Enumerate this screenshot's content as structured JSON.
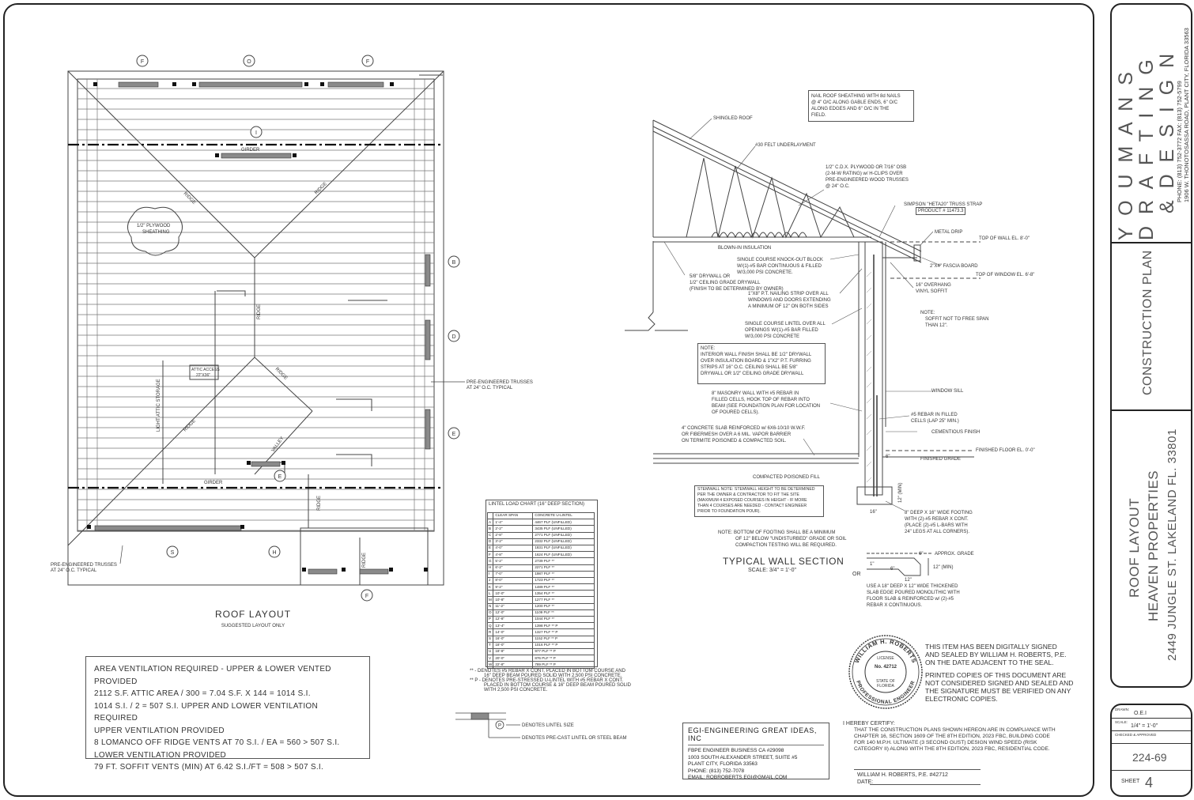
{
  "roof_layout": {
    "title": "ROOF LAYOUT",
    "subtitle": "SUGGESTED LAYOUT ONLY",
    "grid_bubbles": [
      "F",
      "O",
      "F",
      "I",
      "B",
      "D",
      "E",
      "E",
      "S",
      "H",
      "F"
    ],
    "labels": {
      "girder_top": "GIRDER",
      "girder_bottom": "GIRDER",
      "ridge": "RIDGE",
      "valley": "VALLEY",
      "plywood": "1/2\" PLYWOOD",
      "sheathing": "SHEATHING",
      "attic_access": "ATTIC ACCESS",
      "attic_size": "22\"X36\"",
      "light_attic": "LIGHT ATTIC STORAGE",
      "trusses_right_1": "PRE-ENGINEERED TRUSSES",
      "trusses_right_2": "AT 24\" O.C. TYPICAL",
      "trusses_left_1": "PRE-ENGINEERED TRUSSES",
      "trusses_left_2": "AT 24\" O.C. TYPICAL"
    }
  },
  "ventilation": {
    "lines": [
      "AREA VENTILATION REQUIRED - UPPER & LOWER VENTED PROVIDED",
      "2112 S.F. ATTIC AREA / 300 = 7.04 S.F. X 144 = 1014 S.I.",
      "1014 S.I. / 2 = 507   S.I. UPPER AND LOWER VENTILATION REQUIRED",
      "UPPER VENTILATION PROVIDED",
      "8 LOMANCO OFF RIDGE VENTS AT   70 S.I. / EA = 560 > 507 S.I.",
      "LOWER VENTILATION PROVIDED",
      "79 FT. SOFFIT VENTS (MIN) AT 6.42 S.I./FT = 508 > 507 S.I."
    ]
  },
  "lintel_chart": {
    "title": "LINTEL LOAD CHART (16\" DEEP SECTION)",
    "headers": [
      "CLEAR SPAN",
      "CONCRETE U-LINTEL"
    ],
    "rows": [
      [
        "A",
        "1'-4\"",
        "4467 PLF (UNFILLED)"
      ],
      [
        "B",
        "2'-2\"",
        "3435 PLF (UNFILLED)"
      ],
      [
        "C",
        "2'-8\"",
        "2771 PLF (UNFILLED)"
      ],
      [
        "D",
        "3'-2\"",
        "2332 PLF (UNFILLED)"
      ],
      [
        "E",
        "4'-0\"",
        "1831 PLF (UNFILLED)"
      ],
      [
        "F",
        "4'-8\"",
        "1624 PLF (UNFILLED)"
      ],
      [
        "G",
        "5'-2\"",
        "2739 PLF **"
      ],
      [
        "H",
        "6'-2\"",
        "2271 PLF **"
      ],
      [
        "I",
        "7'-0\"",
        "1987 PLF **"
      ],
      [
        "J",
        "8'-0\"",
        "1723 PLF **"
      ],
      [
        "K",
        "9'-2\"",
        "1489 PLF **"
      ],
      [
        "L",
        "10'-0\"",
        "1354 PLF **"
      ],
      [
        "M",
        "10'-8\"",
        "1277 PLF **"
      ],
      [
        "N",
        "11'-2\"",
        "1200 PLF **"
      ],
      [
        "O",
        "12'-0\"",
        "1109 PLF **"
      ],
      [
        "P",
        "12'-8\"",
        "1044 PLF **"
      ],
      [
        "Q",
        "13'-4\"",
        "1398 PLF ** P"
      ],
      [
        "R",
        "14'-0\"",
        "1327 PLF ** P"
      ],
      [
        "S",
        "16'-0\"",
        "1152 PLF ** P"
      ],
      [
        "T",
        "18'-0\"",
        "1016 PLF ** P"
      ],
      [
        "U",
        "18'-8\"",
        "977 PLF ** P"
      ],
      [
        "V",
        "20'-0\"",
        "876 PLF ** P"
      ],
      [
        "W",
        "22'-8\"",
        "789 PLF ** P"
      ]
    ],
    "notes": [
      "** - DENOTES #5 REBAR X CONT. PLACED IN BOTTOM COURSE AND",
      "16\" DEEP BEAM POURED SOLID WITH 2,500 PSI CONCRETE.",
      "** P - DENOTES PRE-STRESSED U-LINTEL WITH #5 REBAR X CONT.",
      "PLACED IN BOTTOM COURSE & 16\" DEEP BEAM POURED SOLID",
      "WITH 2,500 PSI CONCRETE."
    ],
    "legend_1": "DENOTES LINTEL SIZE",
    "legend_2": "DENOTES PRE-CAST LINTEL OR STEEL BEAM",
    "legend_bubble": "P"
  },
  "wall_section": {
    "title": "TYPICAL WALL SECTION",
    "scale": "SCALE: 3/4\" = 1'-0\"",
    "notes": {
      "nail": [
        "NAIL ROOF SHEATHING WITH 8d NAILS",
        "@ 4\" O/C ALONG GABLE ENDS, 6\" O/C",
        "ALONG EDGES AND 6\" O/C IN THE",
        "FIELD."
      ],
      "shingled": "SHINGLED ROOF",
      "felt": "#30 FELT UNDERLAYMENT",
      "plywood": [
        "1/2\" C.D.X. PLYWOOD OR 7/16\" OSB",
        "(2-M-W RATING) w/ H-CLIPS OVER",
        "PRE-ENGINEERED WOOD TRUSSES",
        "@ 24\" O.C."
      ],
      "simpson": "SIMPSON \"HETA20\" TRUSS STRAP",
      "product": "PRODUCT # 11473.3",
      "metal_drip": "METAL DRIP",
      "top_wall": "TOP OF WALL EL. 8'-0\"",
      "fascia": "2\"X4\" FASCIA BOARD",
      "top_window": "TOP OF WINDOW EL. 6'-8\"",
      "overhang": [
        "16\" OVERHANG",
        "VINYL SOFFIT"
      ],
      "soffit_note": [
        "NOTE:",
        "SOFFIT NOT TO FREE SPAN",
        "THAN 12\"."
      ],
      "blown": "BLOWN-IN INSULATION",
      "knockout": [
        "SINGLE COURSE KNOCK-OUT BLOCK",
        "W/(1)-#5 BAR CONTINUOUS & FILLED",
        "W/3,000 PSI CONCRETE."
      ],
      "drywall": [
        "5/8\" DRYWALL OR",
        "1/2\" CEILING GRADE DRYWALL",
        "(FINISH TO BE DETERMINED BY OWNER)"
      ],
      "nailing": [
        "1\"X8\" P.T. NAILING STRIP OVER ALL",
        "WINDOWS AND DOORS EXTENDING",
        "A MINIMUM OF 12\" ON BOTH SIDES"
      ],
      "lintel": [
        "SINGLE COURSE LINTEL OVER ALL",
        "OPENINGS W/(1)-#5 BAR FILLED",
        "W/3,000 PSI CONCRETE"
      ],
      "interior": [
        "NOTE:",
        "INTERIOR WALL FINISH SHALL BE 1/2\" DRYWALL",
        "OVER INSULATION BOARD & 1\"X2\" P.T. FURRING",
        "STRIPS AT 16\" O.C. CEILING SHALL BE 5/8\"",
        "DRYWALL OR 1/2\" CEILING GRADE DRYWALL"
      ],
      "window_sill": "WINDOW SILL",
      "masonry": [
        "8\" MASONRY WALL WITH #5 REBAR IN",
        "FILLED CELLS, HOOK TOP OF REBAR INTO",
        "BEAM (SEE FOUNDATION PLAN FOR LOCATION",
        "OF POURED CELLS)."
      ],
      "rebar_cells": [
        "#5 REBAR IN FILLED",
        "CELLS (LAP 25\" MIN.)"
      ],
      "slab": [
        "4\" CONCRETE SLAB REINFORCED w/ 6X6-10/10 W.W.F.",
        "OR FIBERMESH OVER A 6 MIL. VAPOR BARRIER",
        "ON TERMITE POISONED & COMPACTED SOIL."
      ],
      "cementious": "CEMENTIOUS FINISH",
      "finished_floor": "FINISHED FLOOR EL. 0'-0\"",
      "finished_grade": "FINISHED GRADE",
      "fill": "COMPACTED POISONED FILL",
      "stemwall": [
        "STEMWALL NOTE: STEMWALL HEIGHT TO BE DETERMINED",
        "PER THE OWNER & CONTRACTOR TO FIT THE SITE",
        "(MAXIMUM 4 EXPOSED COURSES IN HEIGHT - IF MORE",
        "THAN 4 COURSES ARE NEEDED - CONTACT ENGINEER",
        "PRIOR TO FOUNDATION POUR)."
      ],
      "footing_note": [
        "NOTE: BOTTOM OF FOOTING SHALL BE A MINIMUM",
        "OF 12\" BELOW \"UNDISTURBED\" GRADE OR SOIL",
        "COMPACTION TESTING WILL BE REQUIRED."
      ],
      "footing": [
        "8\" DEEP X 16\" WIDE FOOTING",
        "WITH (2)-#5 REBAR X CONT.",
        "(PLACE (2)-#5 L-BARS WITH",
        "24\" LEGS AT ALL CORNERS)."
      ],
      "dim_6": "6\"",
      "dim_16": "16\"",
      "dim_12min": "12\" (MIN)",
      "dim_12": "12\"",
      "dim_1": "1\"",
      "approx_grade": "APPROX. GRADE",
      "or": "OR",
      "thickened": [
        "USE A 18\" DEEP X 12\" WIDE THICKENED",
        "SLAB EDGE POURED MONOLITHIC WITH",
        "FLOOR SLAB & REINFORCED w/ (2)-#5",
        "REBAR X CONTINUOUS."
      ]
    }
  },
  "seal": {
    "name": "WILLIAM H. ROBERTS",
    "license": "LICENSE",
    "number": "No. 42712",
    "state": "STATE OF",
    "florida": "FLORIDA",
    "bottom": "PROFESSIONAL ENGINEER",
    "signed": [
      "THIS ITEM HAS BEEN DIGITALLY SIGNED",
      "AND SEALED BY WILLIAM H. ROBERTS, P.E.",
      "ON THE DATE ADJACENT TO THE SEAL."
    ],
    "printed": [
      "PRINTED COPIES OF THIS DOCUMENT ARE",
      "NOT CONSIDERED SIGNED AND SEALED AND",
      "THE SIGNATURE MUST BE VERIFIED ON ANY",
      "ELECTRONIC COPIES."
    ]
  },
  "certify": {
    "heading": "I HEREBY CERTIFY:",
    "lines": [
      "THAT THE CONSTRUCTION PLANS SHOWN HEREON ARE IN COMPLIANCE WITH",
      "CHAPTER 16, SECTION 1609 OF THE 8TH EDITION, 2023 FBC, BUILDING CODE",
      "FOR 140 M.P.H. ULTIMATE (3 SECOND GUST) DESIGN WIND SPEED (RISK",
      "CATEGORY II) ALONG WITH THE 8TH EDITION, 2023 FBC, RESIDENTIAL CODE."
    ],
    "signer": "WILLIAM H. ROBERTS, P.E. #42712",
    "date": "DATE:"
  },
  "egi": {
    "heading": "EGI-ENGINEERING GREAT IDEAS, INC",
    "lines": [
      "FBPE ENGINEER BUSINESS CA #29098",
      "1003 SOUTH ALEXANDER STREET, SUITE #5",
      "PLANT CITY, FLORIDA 33563",
      "PHONE: (813) 752-7078",
      "EMAIL: ROBROBERTS.EGI@GMAIL.COM"
    ]
  },
  "title_block": {
    "firm_line1": "Y O U M A N S",
    "firm_line2": "D R A F T I N G",
    "firm_line3": "& D E S I G N",
    "phone": "PHONE: (813) 752-3772     FAX: (813) 752-5799",
    "address": "1906 W. THONOTOSASSA ROAD, PLANT CITY, FLORIDA 33563",
    "plan": "CONSTRUCTION PLAN",
    "project_1": "ROOF LAYOUT",
    "project_2": "HEAVEN PROPERTIES",
    "project_3": "2449 JUNGLE ST. LAKELAND FL. 33801",
    "drawn_label": "DRAWN:",
    "drawn": "O.E.I",
    "scale_label": "SCALE:",
    "scale": "1/4\" = 1'-0\"",
    "checked_label": "CHECKED & APPROVED",
    "job": "224-69",
    "sheet_label": "SHEET",
    "sheet": "4"
  },
  "colors": {
    "ink": "#333333",
    "fill": "#8a8a8a",
    "paper": "#ffffff"
  }
}
